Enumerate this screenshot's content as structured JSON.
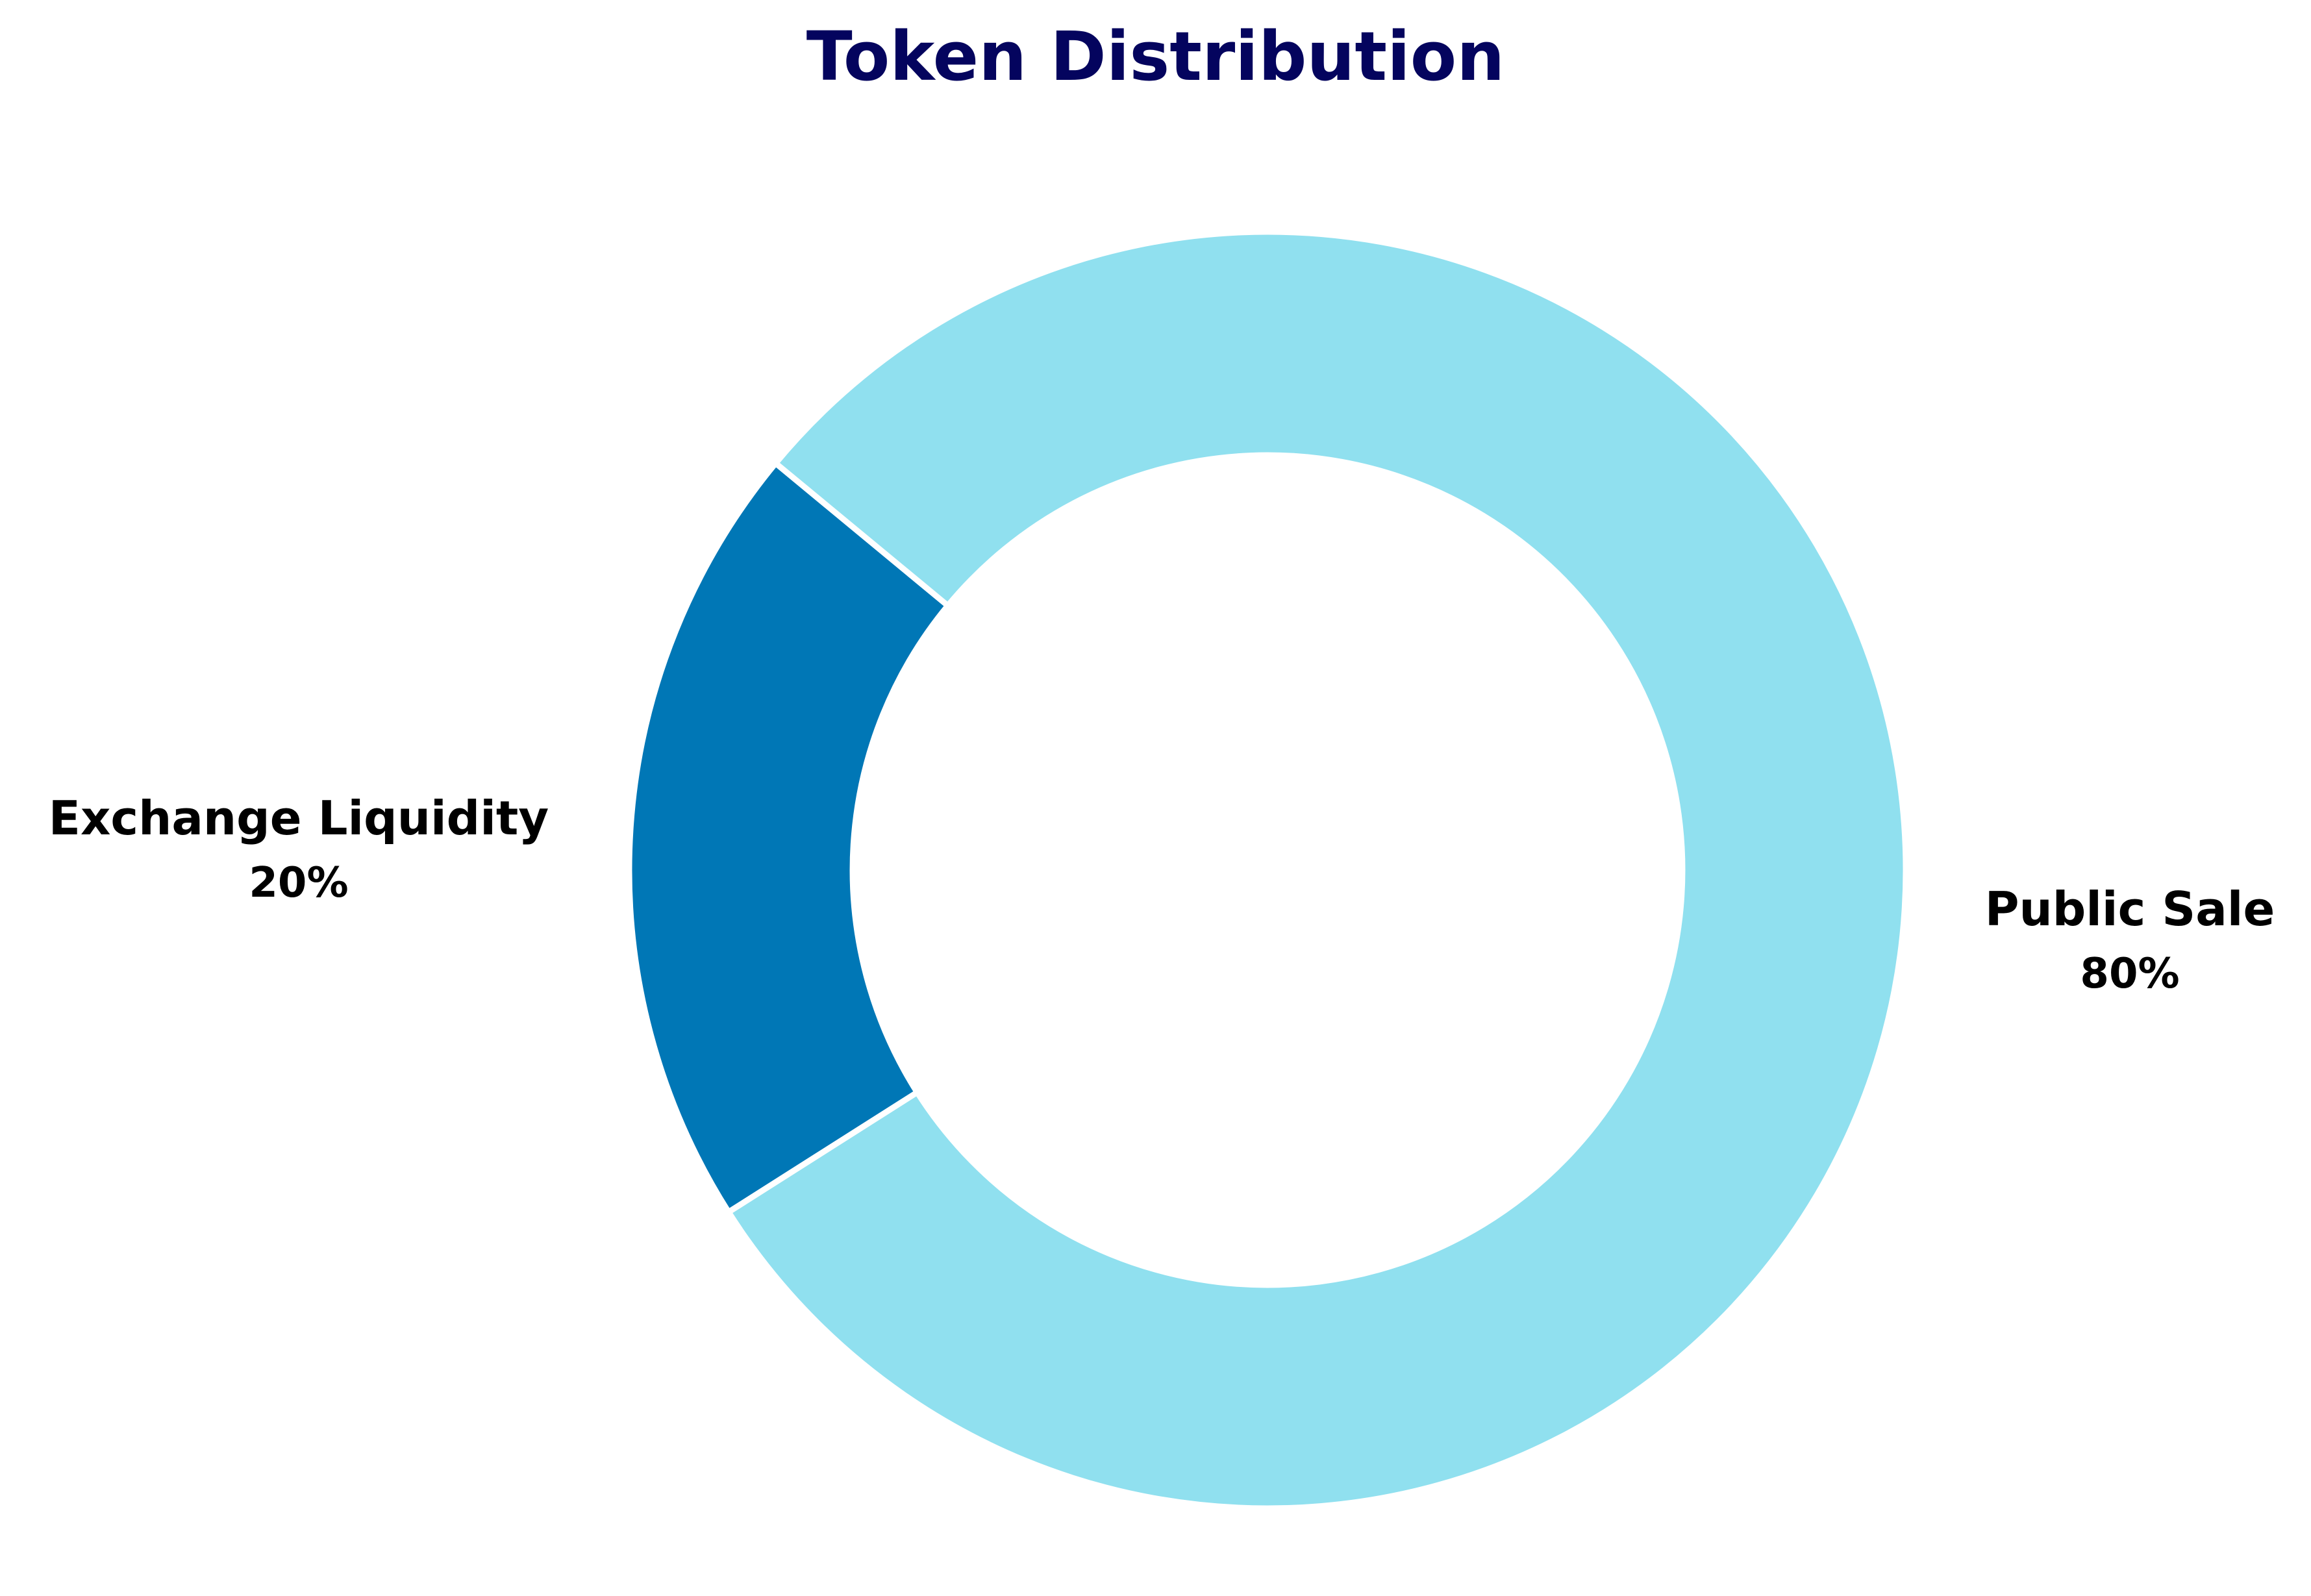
{
  "title": "Token Distribution",
  "chart_data": {
    "type": "pie",
    "title": "Token Distribution",
    "donut": true,
    "categories": [
      "Exchange Liquidity",
      "Public Sale"
    ],
    "values": [
      20,
      80
    ],
    "value_labels": [
      "20%",
      "80%"
    ],
    "colors": [
      "#0077b6",
      "#90e0ef"
    ],
    "title_color": "#04045e",
    "start_angle_deg": 140.4,
    "inner_radius_ratio": 0.65,
    "legend": "none"
  },
  "labels": [
    {
      "name": "Exchange Liquidity",
      "pct": "20%"
    },
    {
      "name": "Public Sale",
      "pct": "80%"
    }
  ]
}
